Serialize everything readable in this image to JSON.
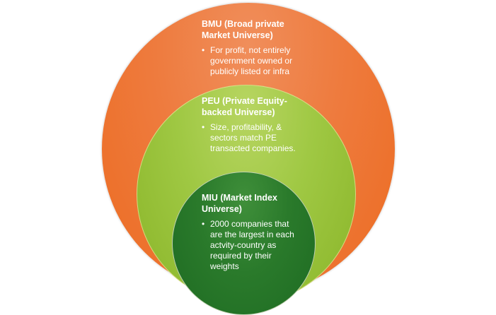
{
  "diagram": {
    "type": "nested-circles",
    "colors": {
      "outer": "#ee7b3e",
      "middle": "#9fc843",
      "inner": "#2a7a2b",
      "text": "#ffffff"
    },
    "bmu": {
      "title_line1": "BMU (Broad private",
      "title_line2": "Market Universe)",
      "bullet_line1": "For profit, not entirely",
      "bullet_line2": "government owned or",
      "bullet_line3": "publicly listed or infra"
    },
    "peu": {
      "title_line1": "PEU (Private Equity-",
      "title_line2": "backed Universe)",
      "bullet_line1": "Size, profitability, &",
      "bullet_line2": "sectors match PE",
      "bullet_line3": "transacted companies."
    },
    "miu": {
      "title_line1": "MIU (Market Index",
      "title_line2": "Universe)",
      "bullet_line1": "2000 companies that",
      "bullet_line2": "are the largest in each",
      "bullet_line3": "actvity-country as",
      "bullet_line4": "required by their",
      "bullet_line5": "weights"
    }
  }
}
